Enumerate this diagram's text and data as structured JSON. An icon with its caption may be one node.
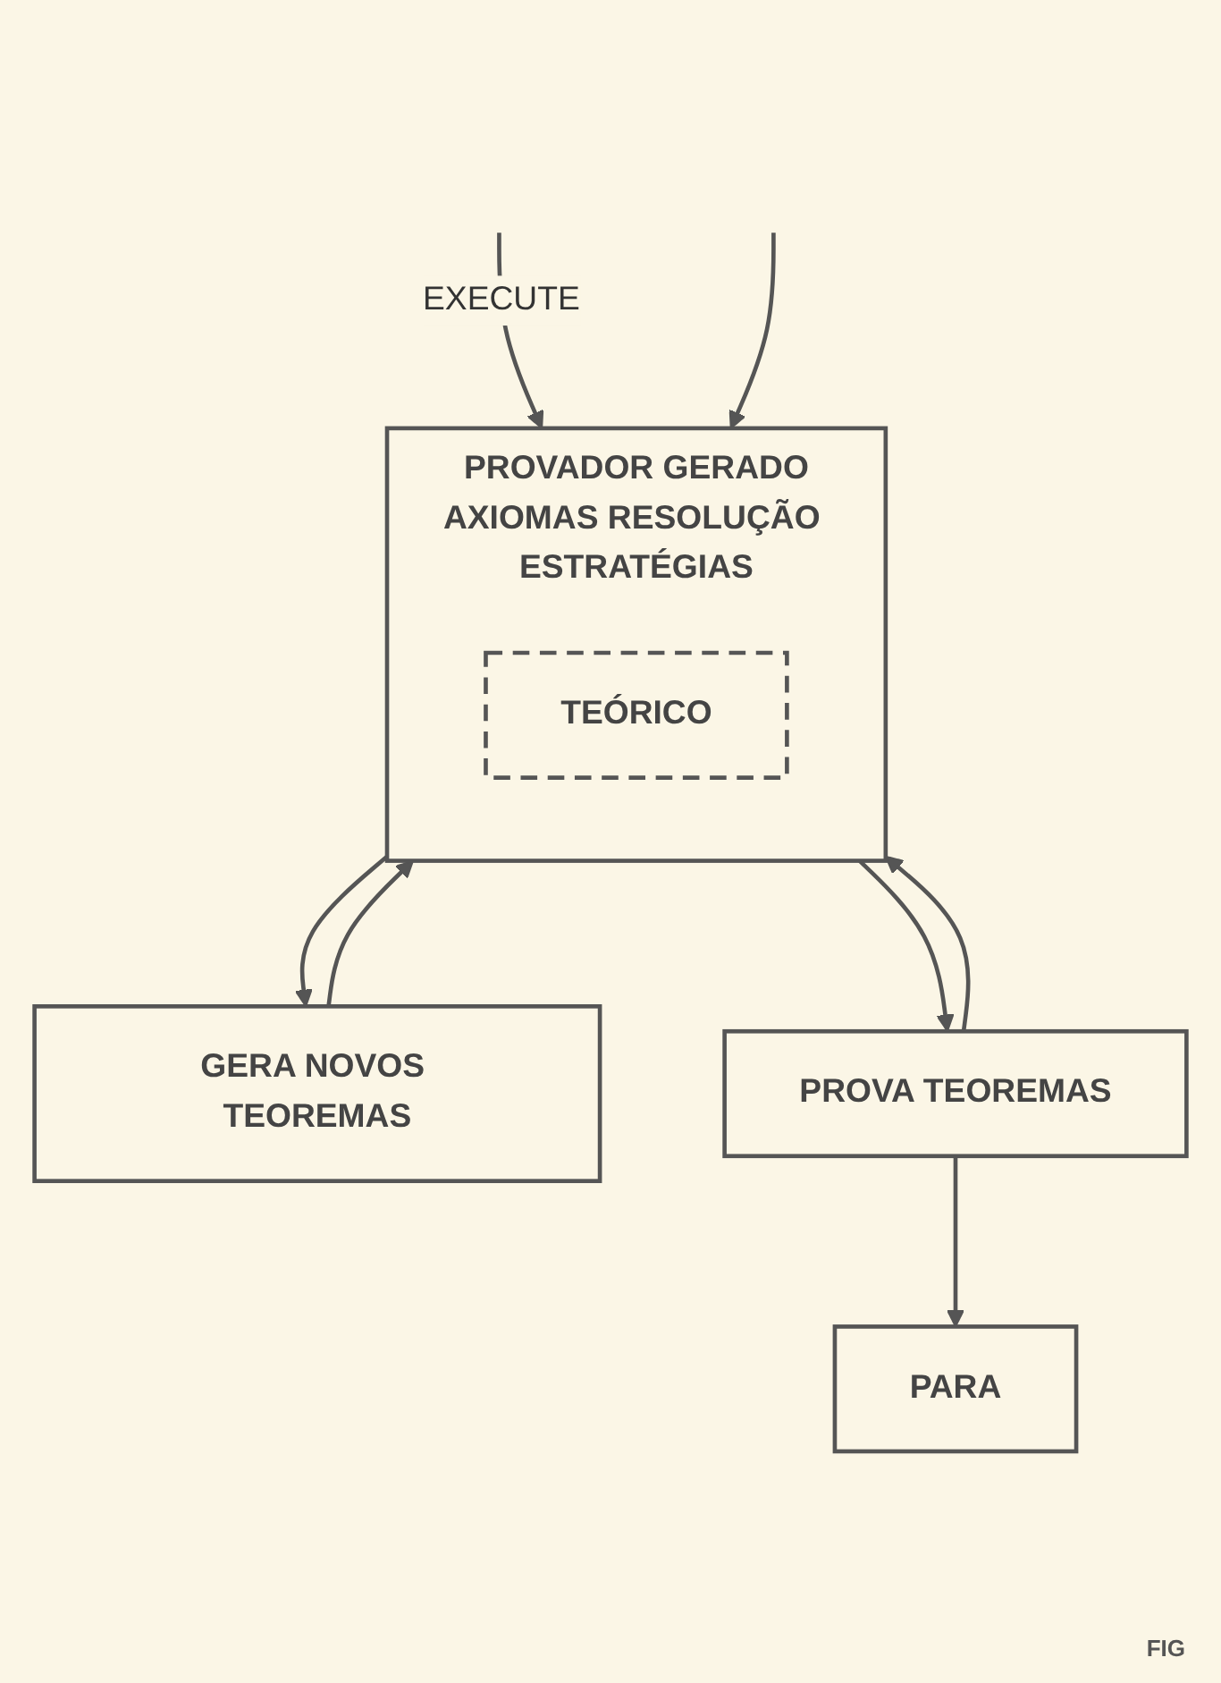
{
  "diagram": {
    "nodes": [
      {
        "text": [
          "PROVADOR GERADO",
          "AXIOMAS RESOLUÇÃO ESTRATÉGIAS"
        ]
      },
      {
        "text": [
          "TEÓRICO"
        ],
        "in": 0
      },
      {
        "text": [
          "GERA NOVOS TEOREMAS"
        ]
      },
      {
        "text": [
          "PROVA TEOREMAS"
        ]
      },
      {
        "text": [
          "PARA"
        ]
      }
    ],
    "edges": [
      {
        "from": null,
        "to": 0,
        "arrow": "to",
        "label": "EXECUTE"
      },
      {
        "from": null,
        "to": 0,
        "arrow": "to"
      },
      {
        "from": 0,
        "to": 2,
        "arrow": "to"
      },
      {
        "from": 0,
        "to": 3,
        "arrow": "to"
      },
      {
        "from": 2,
        "to": 0,
        "arrow": "to"
      },
      {
        "from": 3,
        "to": 0,
        "arrow": "to"
      },
      {
        "from": 3,
        "to": 4,
        "arrow": "to"
      }
    ],
    "labels": [
      "FIG"
    ]
  }
}
